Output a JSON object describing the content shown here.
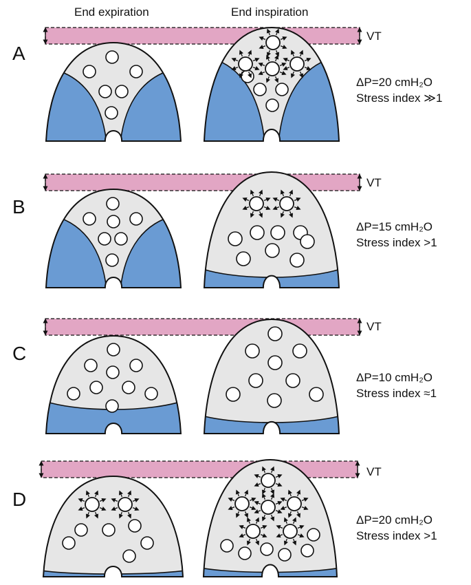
{
  "headers": {
    "expiration": "End expiration",
    "inspiration": "End inspiration"
  },
  "colors": {
    "lung_fill": "#e6e6e6",
    "atelectasis": "#6a9bd3",
    "tidal_volume_bar": "#e2a6c4",
    "outline": "#111111"
  },
  "panels": [
    {
      "label": "A",
      "vt_label": "VT",
      "pressure": "ΔP=20 cmH₂O",
      "stress_index": "Stress index ≫1"
    },
    {
      "label": "B",
      "vt_label": "VT",
      "pressure": "ΔP=15 cmH₂O",
      "stress_index": "Stress index >1"
    },
    {
      "label": "C",
      "vt_label": "VT",
      "pressure": "ΔP=10 cmH₂O",
      "stress_index": "Stress index ≈1"
    },
    {
      "label": "D",
      "vt_label": "VT",
      "pressure": "ΔP=20 cmH₂O",
      "stress_index": "Stress index >1"
    }
  ]
}
